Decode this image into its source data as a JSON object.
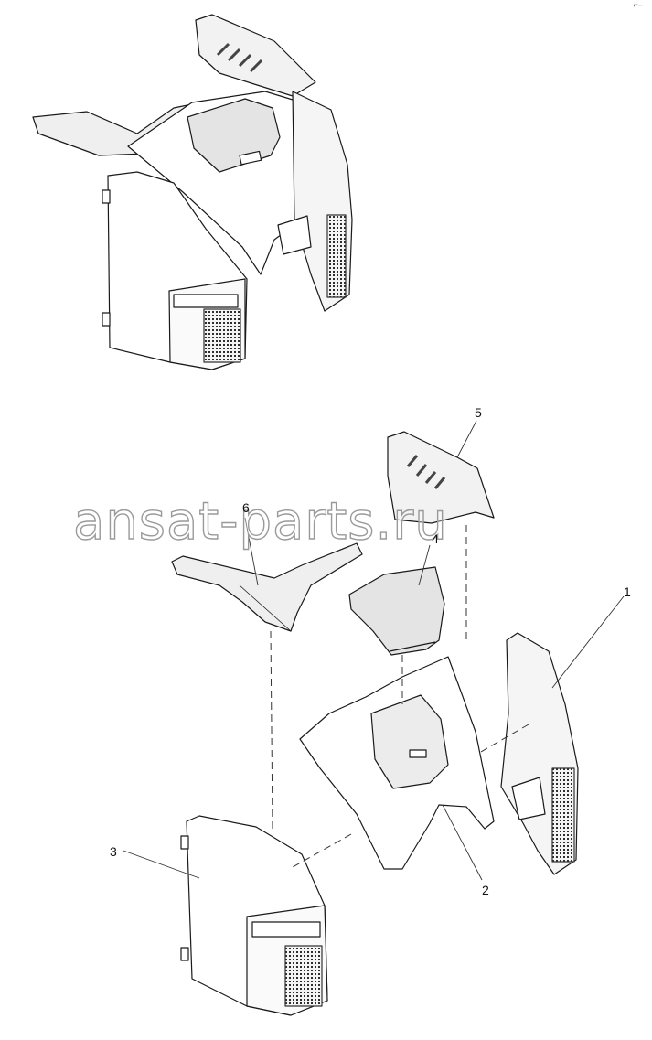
{
  "callouts": [
    {
      "id": "1",
      "label": "1"
    },
    {
      "id": "2",
      "label": "2"
    },
    {
      "id": "3",
      "label": "3"
    },
    {
      "id": "4",
      "label": "4"
    },
    {
      "id": "5",
      "label": "5"
    },
    {
      "id": "6",
      "label": "6"
    }
  ],
  "watermark": "ansat-parts.ru",
  "corner_mark": "⌐–",
  "colors": {
    "line": "#1a1a1a",
    "shade": "#d9d9d9",
    "vent": "#3a3a3a",
    "background": "#ffffff"
  }
}
